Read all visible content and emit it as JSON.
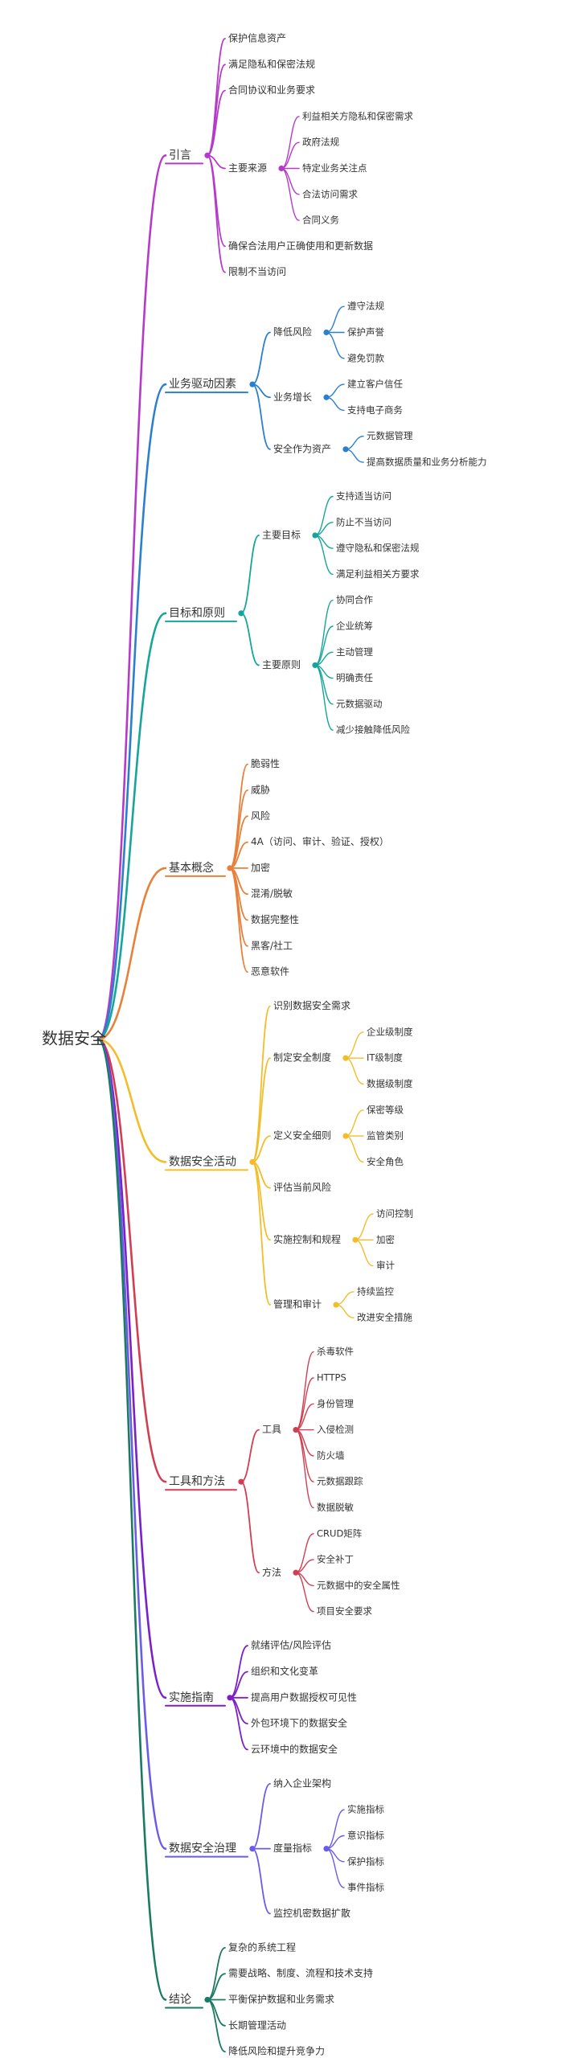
{
  "root": "数据安全",
  "branches": [
    {
      "label": "引言",
      "color": "#b63ac9",
      "children": [
        {
          "label": "保护信息资产"
        },
        {
          "label": "满足隐私和保密法规"
        },
        {
          "label": "合同协议和业务要求"
        },
        {
          "label": "主要来源",
          "children": [
            {
              "label": "利益相关方隐私和保密需求"
            },
            {
              "label": "政府法规"
            },
            {
              "label": "特定业务关注点"
            },
            {
              "label": "合法访问需求"
            },
            {
              "label": "合同义务"
            }
          ]
        },
        {
          "label": "确保合法用户正确使用和更新数据"
        },
        {
          "label": "限制不当访问"
        }
      ]
    },
    {
      "label": "业务驱动因素",
      "color": "#2a7fcf",
      "children": [
        {
          "label": "降低风险",
          "children": [
            {
              "label": "遵守法规"
            },
            {
              "label": "保护声誉"
            },
            {
              "label": "避免罚款"
            }
          ]
        },
        {
          "label": "业务增长",
          "children": [
            {
              "label": "建立客户信任"
            },
            {
              "label": "支持电子商务"
            }
          ]
        },
        {
          "label": "安全作为资产",
          "children": [
            {
              "label": "元数据管理"
            },
            {
              "label": "提高数据质量和业务分析能力"
            }
          ]
        }
      ]
    },
    {
      "label": "目标和原则",
      "color": "#16a59a",
      "children": [
        {
          "label": "主要目标",
          "children": [
            {
              "label": "支持适当访问"
            },
            {
              "label": "防止不当访问"
            },
            {
              "label": "遵守隐私和保密法规"
            },
            {
              "label": "满足利益相关方要求"
            }
          ]
        },
        {
          "label": "主要原则",
          "children": [
            {
              "label": "协同合作"
            },
            {
              "label": "企业统筹"
            },
            {
              "label": "主动管理"
            },
            {
              "label": "明确责任"
            },
            {
              "label": "元数据驱动"
            },
            {
              "label": "减少接触降低风险"
            }
          ]
        }
      ]
    },
    {
      "label": "基本概念",
      "color": "#e8803a",
      "children": [
        {
          "label": "脆弱性"
        },
        {
          "label": "威胁"
        },
        {
          "label": "风险"
        },
        {
          "label": "4A（访问、审计、验证、授权）"
        },
        {
          "label": "加密"
        },
        {
          "label": "混淆/脱敏"
        },
        {
          "label": "数据完整性"
        },
        {
          "label": "黑客/社工"
        },
        {
          "label": "恶意软件"
        }
      ]
    },
    {
      "label": "数据安全活动",
      "color": "#f3bd2a",
      "children": [
        {
          "label": "识别数据安全需求"
        },
        {
          "label": "制定安全制度",
          "children": [
            {
              "label": "企业级制度"
            },
            {
              "label": "IT级制度"
            },
            {
              "label": "数据级制度"
            }
          ]
        },
        {
          "label": "定义安全细则",
          "children": [
            {
              "label": "保密等级"
            },
            {
              "label": "监管类别"
            },
            {
              "label": "安全角色"
            }
          ]
        },
        {
          "label": "评估当前风险"
        },
        {
          "label": "实施控制和规程",
          "children": [
            {
              "label": "访问控制"
            },
            {
              "label": "加密"
            },
            {
              "label": "审计"
            }
          ]
        },
        {
          "label": "管理和审计",
          "children": [
            {
              "label": "持续监控"
            },
            {
              "label": "改进安全措施"
            }
          ]
        }
      ]
    },
    {
      "label": "工具和方法",
      "color": "#d13e52",
      "children": [
        {
          "label": "工具",
          "children": [
            {
              "label": "杀毒软件"
            },
            {
              "label": "HTTPS"
            },
            {
              "label": "身份管理"
            },
            {
              "label": "入侵检测"
            },
            {
              "label": "防火墙"
            },
            {
              "label": "元数据跟踪"
            },
            {
              "label": "数据脱敏"
            }
          ]
        },
        {
          "label": "方法",
          "children": [
            {
              "label": "CRUD矩阵"
            },
            {
              "label": "安全补丁"
            },
            {
              "label": "元数据中的安全属性"
            },
            {
              "label": "项目安全要求"
            }
          ]
        }
      ]
    },
    {
      "label": "实施指南",
      "color": "#7b1fc9",
      "children": [
        {
          "label": "就绪评估/风险评估"
        },
        {
          "label": "组织和文化变革"
        },
        {
          "label": "提高用户数据授权可见性"
        },
        {
          "label": "外包环境下的数据安全"
        },
        {
          "label": "云环境中的数据安全"
        }
      ]
    },
    {
      "label": "数据安全治理",
      "color": "#6a5ce8",
      "children": [
        {
          "label": "纳入企业架构"
        },
        {
          "label": "度量指标",
          "children": [
            {
              "label": "实施指标"
            },
            {
              "label": "意识指标"
            },
            {
              "label": "保护指标"
            },
            {
              "label": "事件指标"
            }
          ]
        },
        {
          "label": "监控机密数据扩散"
        }
      ]
    },
    {
      "label": "结论",
      "color": "#1b7a62",
      "children": [
        {
          "label": "复杂的系统工程"
        },
        {
          "label": "需要战略、制度、流程和技术支持"
        },
        {
          "label": "平衡保护数据和业务需求"
        },
        {
          "label": "长期管理活动"
        },
        {
          "label": "降低风险和提升竞争力"
        }
      ]
    }
  ]
}
